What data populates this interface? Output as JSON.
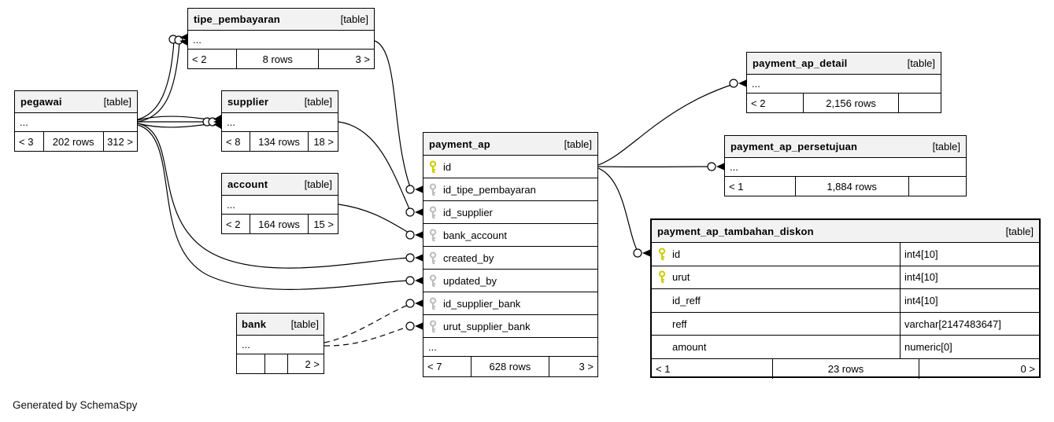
{
  "page": {
    "footer_note": "Generated by SchemaSpy"
  },
  "colors": {
    "pk_key": "#cccc00",
    "fk_key": "#bdbdbd",
    "header_bg": "#f2f2f2",
    "border": "#000000",
    "edge": "#000000"
  },
  "tables": {
    "tipe_pembayaran": {
      "title": "tipe_pembayaran",
      "tag": "[table]",
      "more": "...",
      "footer": [
        "< 2",
        "8 rows",
        "3 >"
      ]
    },
    "pegawai": {
      "title": "pegawai",
      "tag": "[table]",
      "more": "...",
      "footer": [
        "< 3",
        "202 rows",
        "312 >"
      ]
    },
    "supplier": {
      "title": "supplier",
      "tag": "[table]",
      "more": "...",
      "footer": [
        "< 8",
        "134 rows",
        "18 >"
      ]
    },
    "account": {
      "title": "account",
      "tag": "[table]",
      "more": "...",
      "footer": [
        "< 2",
        "164 rows",
        "15 >"
      ]
    },
    "bank": {
      "title": "bank",
      "tag": "[table]",
      "more": "...",
      "footer": [
        "",
        "",
        "2 >"
      ]
    },
    "payment_ap": {
      "title": "payment_ap",
      "tag": "[table]",
      "more": "...",
      "footer": [
        "< 7",
        "628 rows",
        "3 >"
      ],
      "columns": [
        {
          "name": "id",
          "key": "pk"
        },
        {
          "name": "id_tipe_pembayaran",
          "key": "fk"
        },
        {
          "name": "id_supplier",
          "key": "fk"
        },
        {
          "name": "bank_account",
          "key": "fk"
        },
        {
          "name": "created_by",
          "key": "fk"
        },
        {
          "name": "updated_by",
          "key": "fk"
        },
        {
          "name": "id_supplier_bank",
          "key": "fk"
        },
        {
          "name": "urut_supplier_bank",
          "key": "fk"
        }
      ]
    },
    "payment_ap_detail": {
      "title": "payment_ap_detail",
      "tag": "[table]",
      "more": "...",
      "footer": [
        "< 2",
        "2,156 rows",
        ""
      ]
    },
    "payment_ap_persetujuan": {
      "title": "payment_ap_persetujuan",
      "tag": "[table]",
      "more": "...",
      "footer": [
        "< 1",
        "1,884 rows",
        ""
      ]
    },
    "payment_ap_tambahan_diskon": {
      "title": "payment_ap_tambahan_diskon",
      "tag": "[table]",
      "footer": [
        "< 1",
        "23 rows",
        "0 >"
      ],
      "columns": [
        {
          "name": "id",
          "type": "int4[10]",
          "key": "pk"
        },
        {
          "name": "urut",
          "type": "int4[10]",
          "key": "pk"
        },
        {
          "name": "id_reff",
          "type": "int4[10]",
          "key": ""
        },
        {
          "name": "reff",
          "type": "varchar[2147483647]",
          "key": ""
        },
        {
          "name": "amount",
          "type": "numeric[0]",
          "key": ""
        }
      ]
    }
  }
}
